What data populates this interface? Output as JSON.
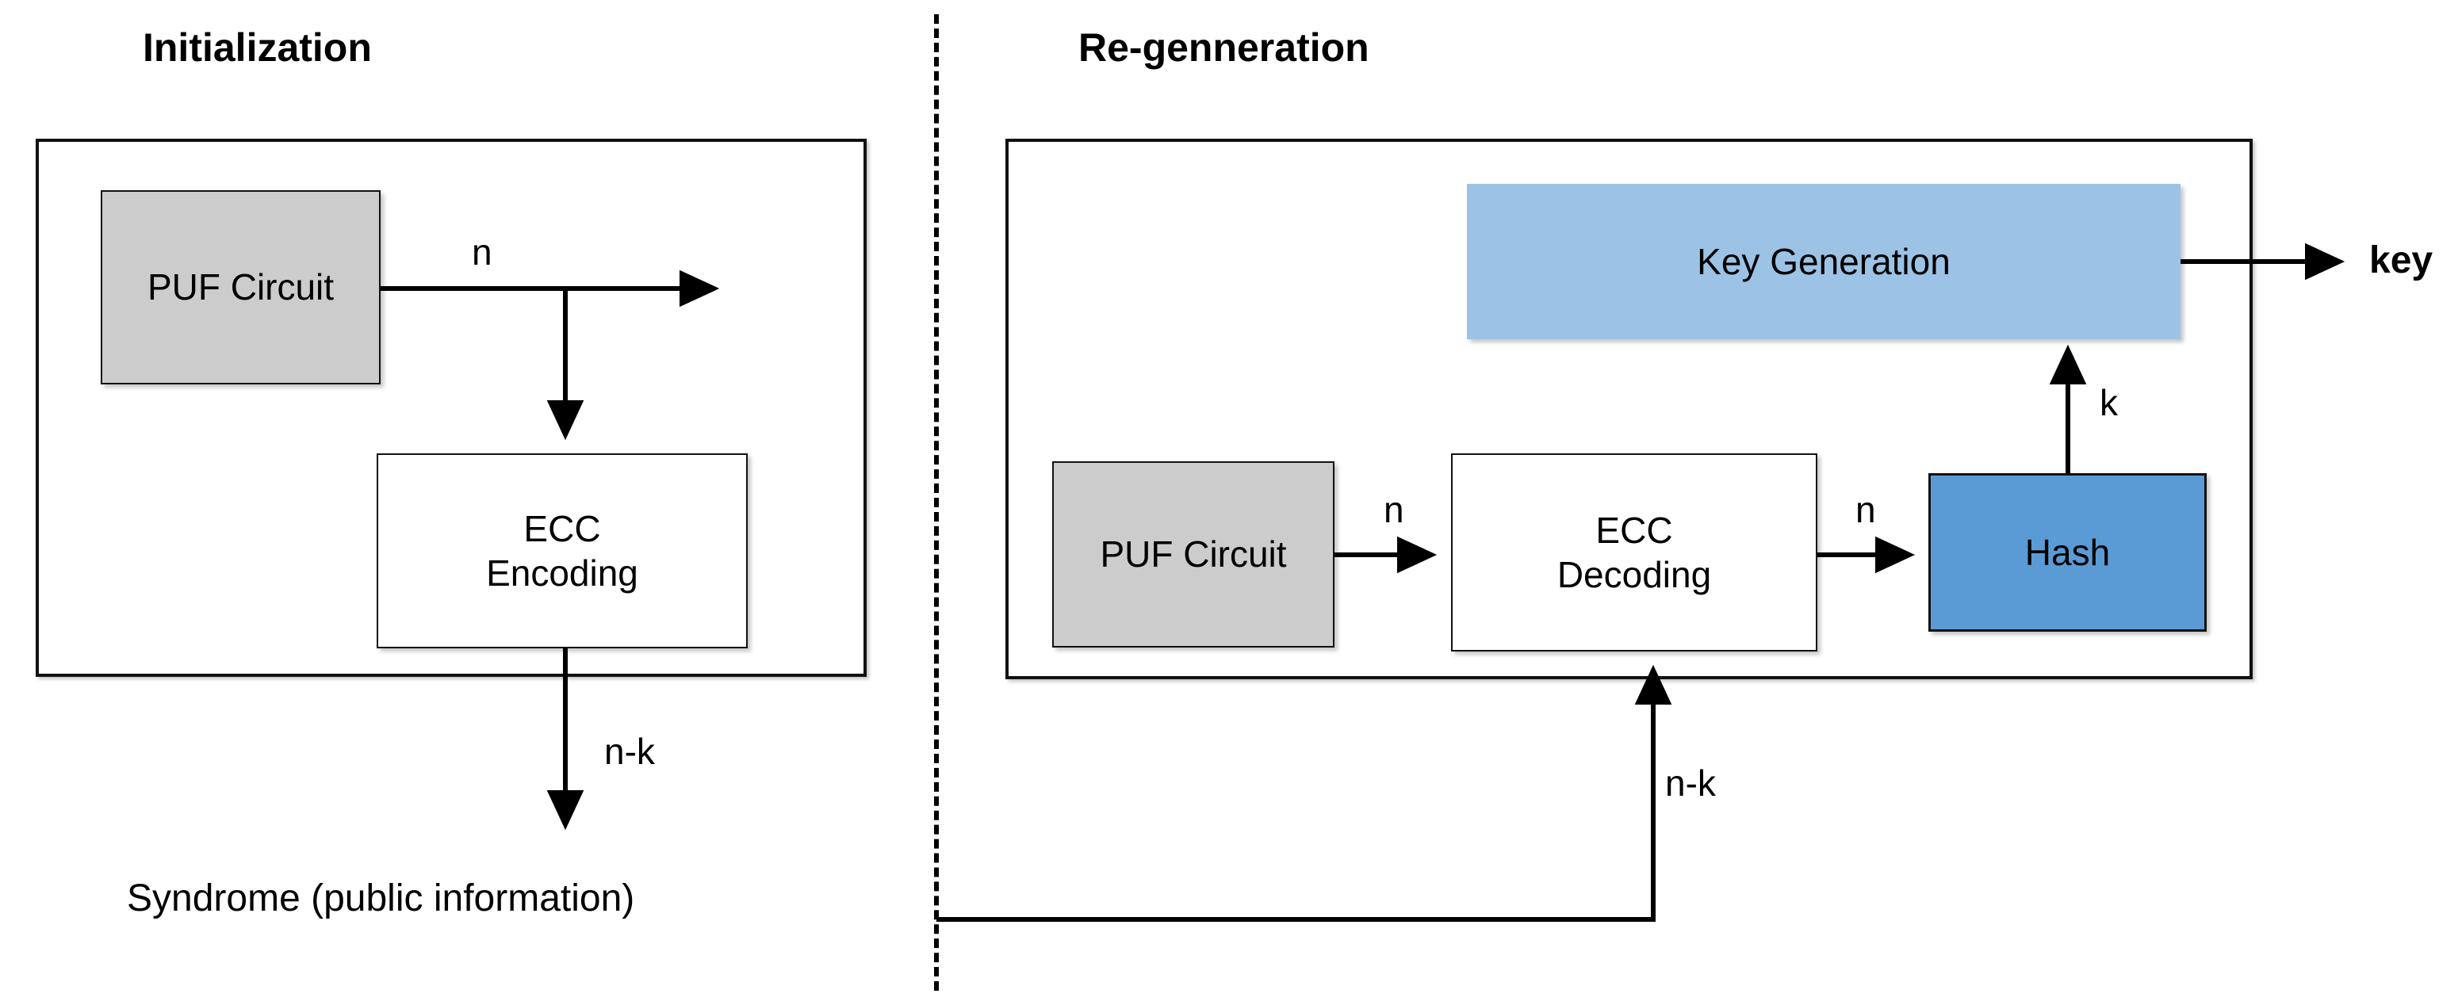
{
  "titles": {
    "initialization": "Initialization",
    "regeneration": "Re-genneration"
  },
  "blocks": {
    "puf_init": "PUF Circuit",
    "ecc_encoding": "ECC\nEncoding",
    "ecc_encoding_line1": "ECC",
    "ecc_encoding_line2": "Encoding",
    "key_generation": "Key Generation",
    "puf_regen": "PUF Circuit",
    "ecc_decoding_line1": "ECC",
    "ecc_decoding_line2": "Decoding",
    "hash": "Hash"
  },
  "edge_labels": {
    "n_init": "n",
    "nk_init": "n-k",
    "n_regen_puf_to_decode": "n",
    "n_regen_decode_to_hash": "n",
    "k_regen_hash_to_keygen": "k",
    "nk_regen_feedback": "n-k"
  },
  "outputs": {
    "key": "key"
  },
  "free_text": {
    "syndrome": "Syndrome (public information)"
  },
  "colors": {
    "light_blue": "#9CC3E5",
    "mid_blue": "#5B9BD5",
    "gray": "#CCCCCC",
    "outline": "#111111",
    "background": "#FFFFFF"
  },
  "diagram_data": {
    "type": "block-diagram",
    "panels": [
      {
        "name": "Initialization",
        "nodes": [
          "PUF Circuit",
          "ECC Encoding"
        ],
        "edges": [
          {
            "from": "PUF Circuit",
            "to": "(open output)",
            "label": "n"
          },
          {
            "from": "PUF Circuit",
            "to": "ECC Encoding",
            "label": "n"
          },
          {
            "from": "ECC Encoding",
            "to": "Syndrome (public information)",
            "label": "n-k"
          }
        ]
      },
      {
        "name": "Re-genneration",
        "nodes": [
          "PUF Circuit",
          "ECC Decoding",
          "Hash",
          "Key Generation"
        ],
        "edges": [
          {
            "from": "PUF Circuit",
            "to": "ECC Decoding",
            "label": "n"
          },
          {
            "from": "ECC Decoding",
            "to": "Hash",
            "label": "n"
          },
          {
            "from": "Hash",
            "to": "Key Generation",
            "label": "k"
          },
          {
            "from": "Key Generation",
            "to": "key",
            "label": ""
          },
          {
            "from": "Syndrome (public information)",
            "to": "ECC Decoding",
            "label": "n-k"
          }
        ]
      }
    ]
  }
}
